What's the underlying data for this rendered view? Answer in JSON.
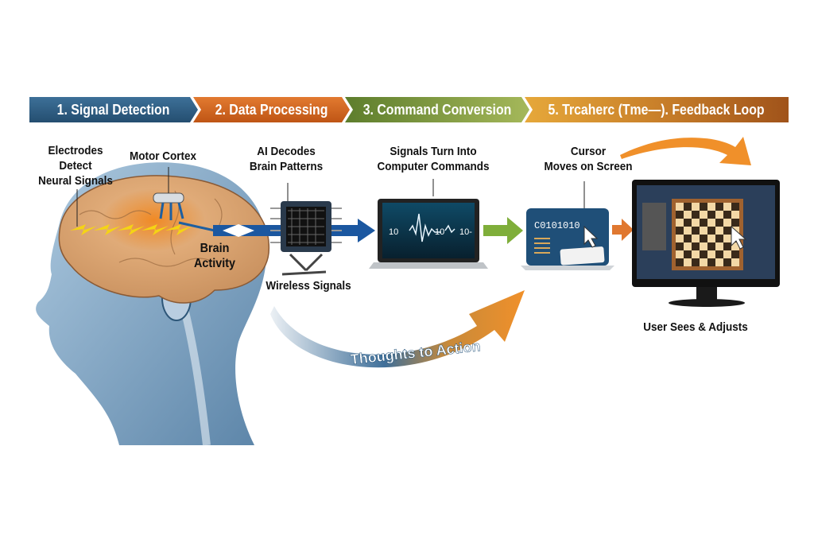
{
  "steps": [
    {
      "label": "1. Signal Detection",
      "color": "#2f5f85"
    },
    {
      "label": "2. Data Processing",
      "color": "#d4651f"
    },
    {
      "label": "3. Command Conversion",
      "color": "#7a963c"
    },
    {
      "label": "5. Trcaherc (Tme—). Feedback Loop",
      "color": "#c77d26"
    }
  ],
  "labels": {
    "electrodes": [
      "Electrodes",
      "Detect",
      "Neural Signals"
    ],
    "motor_cortex": "Motor Cortex",
    "brain_activity": [
      "Brain",
      "Activity"
    ],
    "ai_decodes": [
      "AI Decodes",
      "Brain Patterns"
    ],
    "wireless": "Wireless Signals",
    "signals_turn": [
      "Signals Turn Into",
      "Computer Commands"
    ],
    "cursor": [
      "Cursor",
      "Moves on Screen"
    ],
    "user_sees": "User Sees & Adjusts",
    "thoughts": "Thoughts to Action"
  },
  "laptop_screen": {
    "left": "10",
    "mid": "10",
    "right": "10-"
  },
  "tablet_code": "C0101010"
}
